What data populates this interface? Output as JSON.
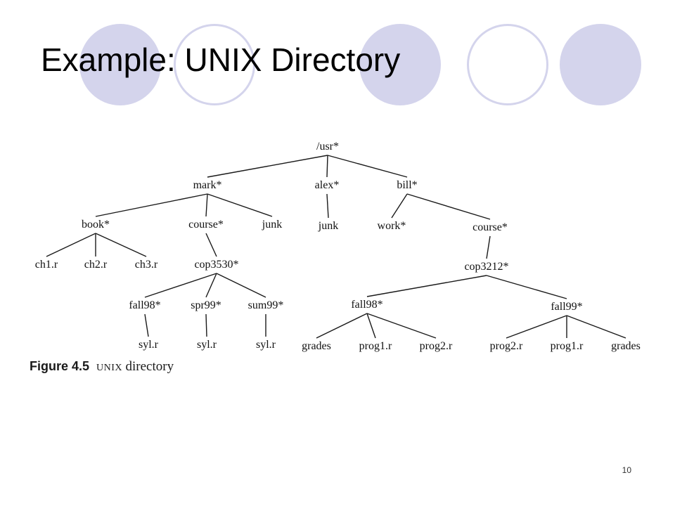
{
  "slide": {
    "title": "Example: UNIX Directory",
    "page_number": "10",
    "accent_color": "#d4d4ec"
  },
  "figure": {
    "caption_number": "Figure 4.5",
    "caption_unix": "UNIX",
    "caption_text": "directory",
    "tree": {
      "label": "/usr*",
      "children": [
        {
          "label": "mark*",
          "children": [
            {
              "label": "book*",
              "children": [
                {
                  "label": "ch1.r"
                },
                {
                  "label": "ch2.r"
                },
                {
                  "label": "ch3.r"
                }
              ]
            },
            {
              "label": "course*",
              "children": [
                {
                  "label": "cop3530*",
                  "children": [
                    {
                      "label": "fall98*",
                      "children": [
                        {
                          "label": "syl.r"
                        }
                      ]
                    },
                    {
                      "label": "spr99*",
                      "children": [
                        {
                          "label": "syl.r"
                        }
                      ]
                    },
                    {
                      "label": "sum99*",
                      "children": [
                        {
                          "label": "syl.r"
                        }
                      ]
                    }
                  ]
                }
              ]
            },
            {
              "label": "junk"
            }
          ]
        },
        {
          "label": "alex*",
          "children": [
            {
              "label": "junk"
            }
          ]
        },
        {
          "label": "bill*",
          "children": [
            {
              "label": "work*"
            },
            {
              "label": "course*",
              "children": [
                {
                  "label": "cop3212*",
                  "children": [
                    {
                      "label": "fall98*",
                      "children": [
                        {
                          "label": "grades"
                        },
                        {
                          "label": "prog1.r"
                        },
                        {
                          "label": "prog2.r"
                        }
                      ]
                    },
                    {
                      "label": "fall99*",
                      "children": [
                        {
                          "label": "prog2.r"
                        },
                        {
                          "label": "prog1.r"
                        },
                        {
                          "label": "grades"
                        }
                      ]
                    }
                  ]
                }
              ]
            }
          ]
        }
      ]
    }
  }
}
